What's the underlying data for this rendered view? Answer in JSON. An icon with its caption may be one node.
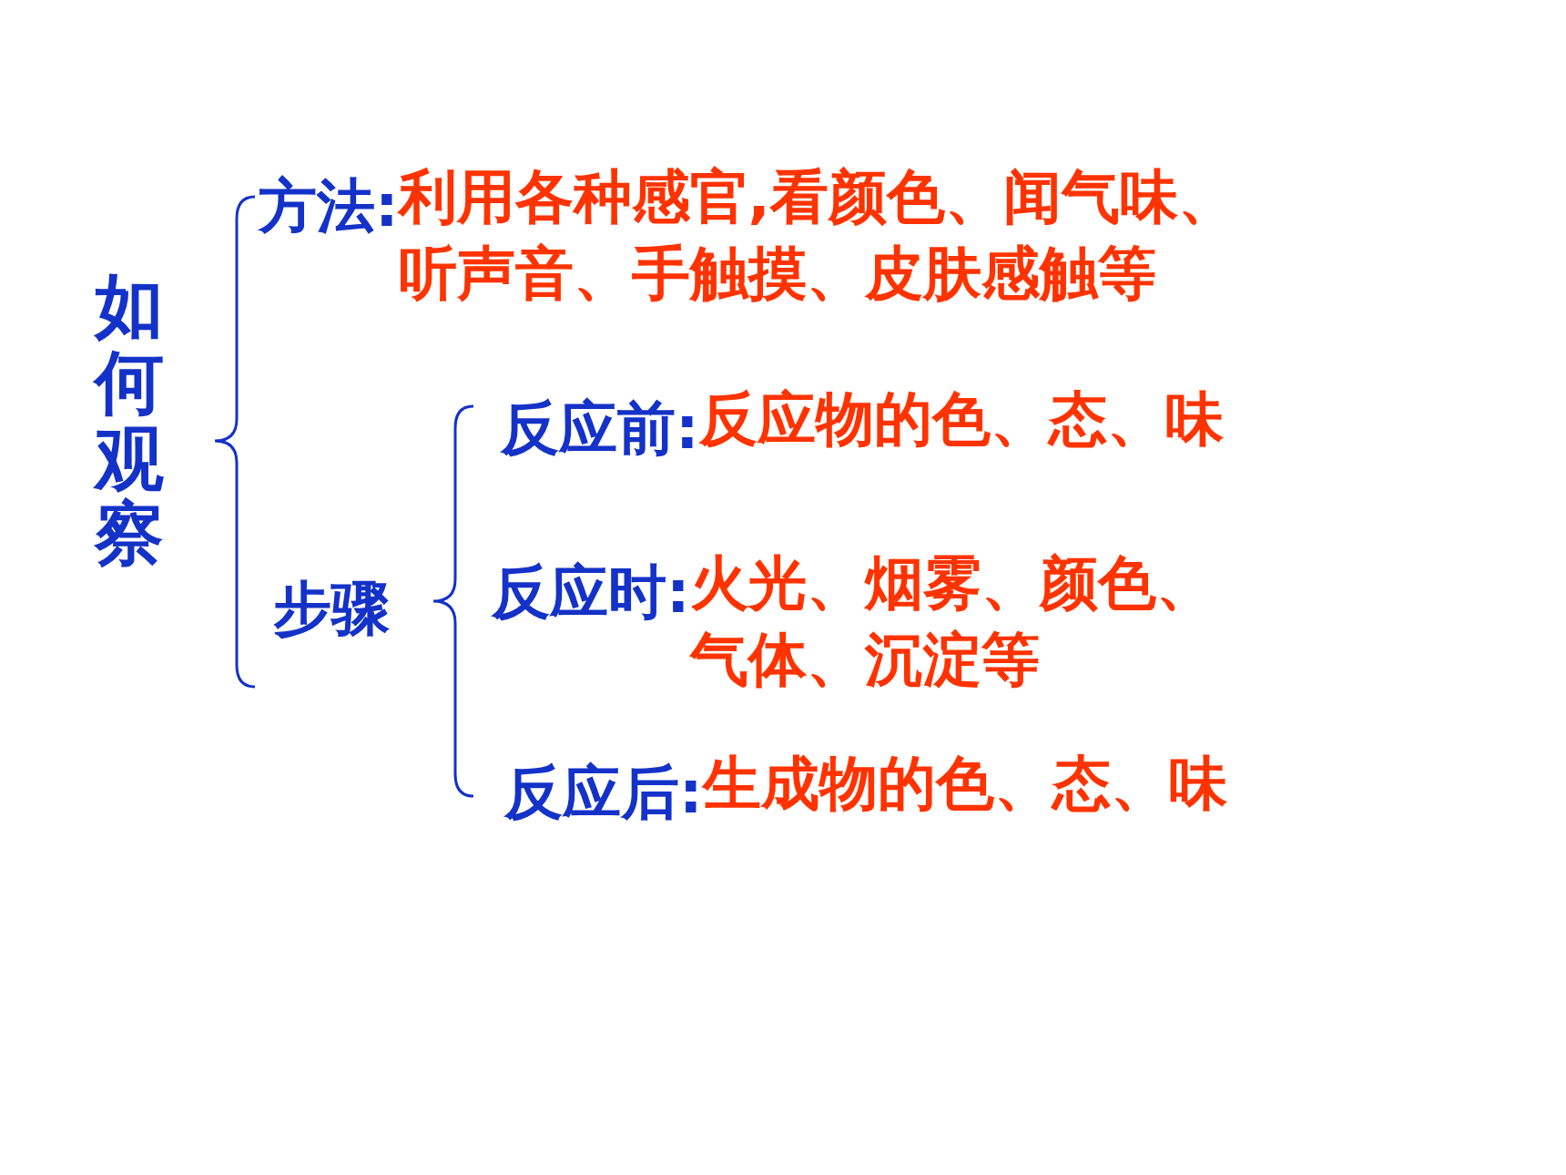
{
  "diagram": {
    "nodes": [
      {
        "text": [
          "如何观察"
        ]
      },
      {
        "text": [
          "方法:",
          "利用各种感官,看颜色、闻气味、听声音、手触摸、皮肤感触等"
        ]
      },
      {
        "text": [
          "步骤"
        ]
      },
      {
        "text": [
          "反应前:",
          "反应物的色、态、味"
        ]
      },
      {
        "text": [
          "反应时:",
          "火光、烟雾、颜色、气体、沉淀等"
        ]
      },
      {
        "text": [
          "反应后:",
          "生成物的色、态、味"
        ]
      }
    ]
  }
}
